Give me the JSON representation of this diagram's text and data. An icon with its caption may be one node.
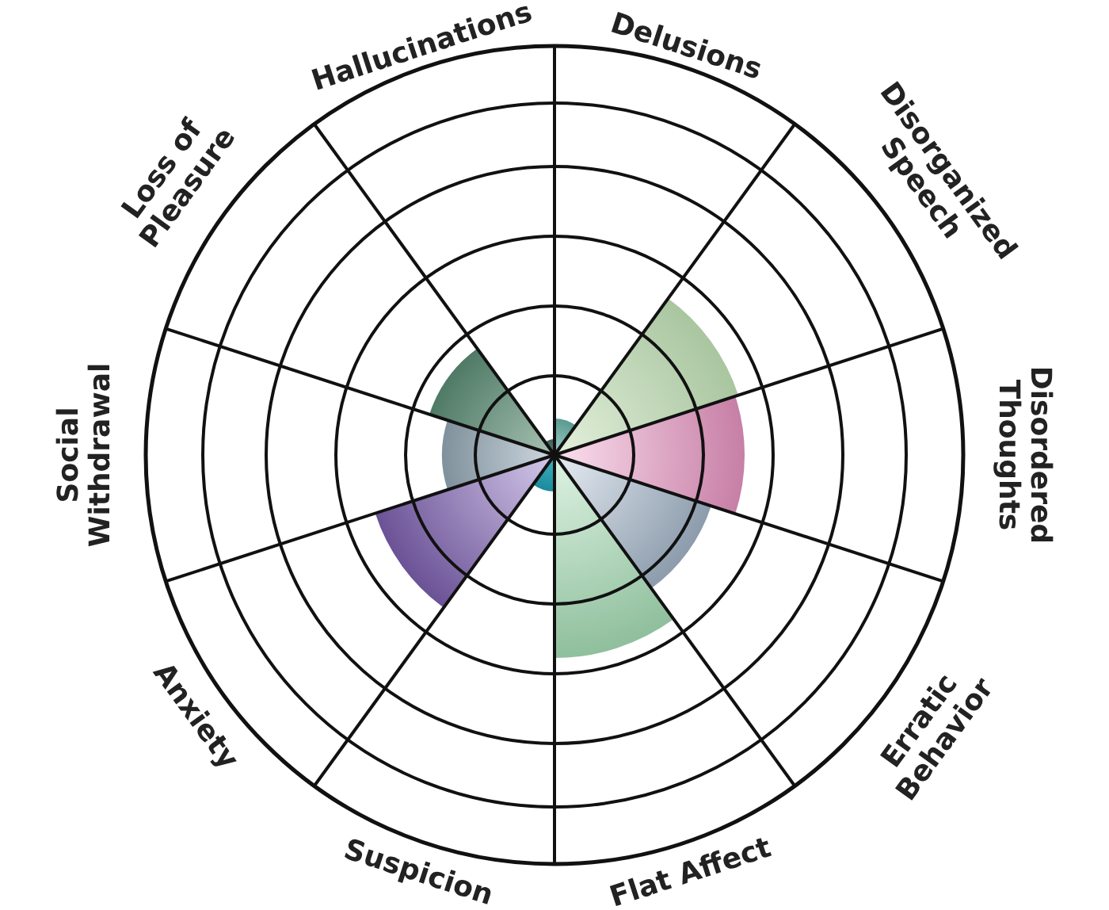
{
  "diagram": {
    "labels": [
      "Hallucinations",
      "Delusions",
      "Disorganized Speech",
      "Disordered Thoughts",
      "Erratic Behavior",
      "Flat Affect",
      "Suspicion",
      "Anxiety",
      "Social Withdrawal",
      "Loss of Pleasure"
    ]
  }
}
